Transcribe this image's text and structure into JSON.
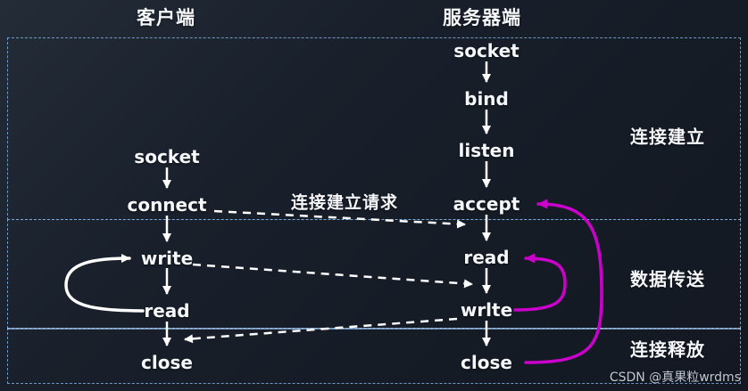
{
  "diagram": {
    "title_left": "客户端",
    "title_right": "服务器端",
    "client": {
      "steps": [
        "socket",
        "connect",
        "write",
        "read",
        "close"
      ]
    },
    "server": {
      "steps": [
        "socket",
        "bind",
        "listen",
        "accept",
        "read",
        "wrlte",
        "close"
      ]
    },
    "sections": [
      {
        "label": "连接建立"
      },
      {
        "label": "数据传送"
      },
      {
        "label": "连接释放"
      }
    ],
    "annotations": {
      "connect_request": "连接建立请求"
    },
    "watermark": "CSDN @真果粒wrdms",
    "colors": {
      "background": "#19202b",
      "arrow_white": "#ffffff",
      "arrow_magenta": "#cc00cc",
      "section_border": "#7dafe1",
      "text": "#f5f7fa"
    }
  }
}
